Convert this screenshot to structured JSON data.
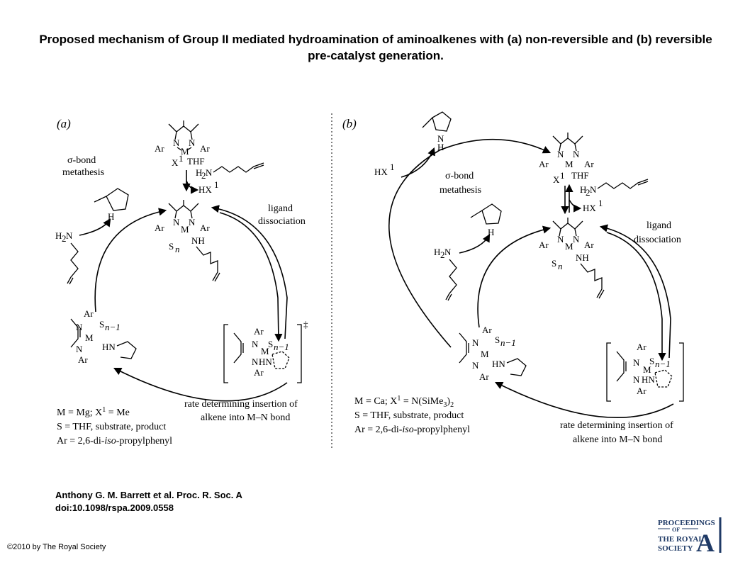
{
  "title": "Proposed mechanism of Group II mediated hydroamination of aminoalkenes with (a) non-reversible and (b) reversible pre-catalyst generation.",
  "citation": {
    "line1": "Anthony G. M. Barrett et al. Proc. R. Soc. A",
    "line2": "doi:10.1098/rspa.2009.0558"
  },
  "copyright": "©2010 by The Royal Society",
  "logo": {
    "line1": "PROCEEDINGS",
    "line2": "OF",
    "line3": "THE ROYAL",
    "line4": "SOCIETY",
    "letter": "A"
  },
  "scheme": {
    "atoms": {
      "ar": "Ar",
      "n": "N",
      "m": "M",
      "thf": "THF",
      "nh": "NH",
      "hn": "HN",
      "h": "H",
      "h2n": "H",
      "hx": "HX",
      "x": "X",
      "one": "1",
      "two": "2",
      "s": "S",
      "sn": "n",
      "snm1": "n−1",
      "dagger": "‡"
    },
    "panel_a": {
      "label": "(a)",
      "sigma_bond": "σ-bond",
      "metathesis": "metathesis",
      "ligand": "ligand",
      "dissociation": "dissociation",
      "rate1": "rate determining insertion of",
      "rate2": "alkene into M–N bond",
      "legend1": "M = Mg; X",
      "legend1_sup": "1",
      "legend1_end": " = Me",
      "legend2": "S = THF, substrate, product",
      "legend3_start": "Ar = 2,6-di-",
      "legend3_italic": "iso",
      "legend3_end": "-propylphenyl"
    },
    "panel_b": {
      "label": "(b)",
      "sigma_bond": "σ-bond",
      "metathesis": "metathesis",
      "ligand": "ligand",
      "dissociation": "dissociation",
      "rate1": "rate determining insertion of",
      "rate2": "alkene into M–N bond",
      "legend1": "M = Ca; X",
      "legend1_sup": "1",
      "legend1_mid": " = N(SiMe",
      "legend1_sub1": "3",
      "legend1_end": ")",
      "legend1_sub2": "2",
      "legend2": "S = THF, substrate, product",
      "legend3_start": "Ar = 2,6-di-",
      "legend3_italic": "iso",
      "legend3_end": "-propylphenyl"
    }
  }
}
